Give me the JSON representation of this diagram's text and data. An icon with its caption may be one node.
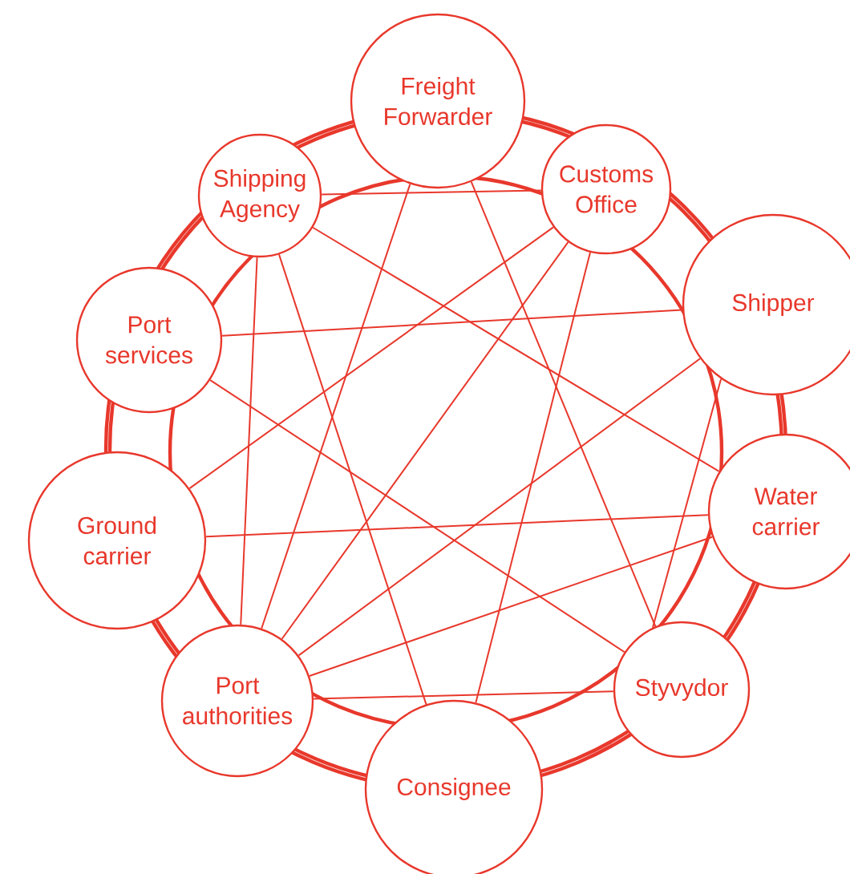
{
  "diagram": {
    "nodes": [
      {
        "text": [
          "Freight Forwarder"
        ]
      },
      {
        "text": [
          "Shipping Agency"
        ]
      },
      {
        "text": [
          "Customs Office"
        ]
      },
      {
        "text": [
          "Shipper"
        ]
      },
      {
        "text": [
          "Port services"
        ]
      },
      {
        "text": [
          "Ground carrier"
        ]
      },
      {
        "text": [
          "Water carrier"
        ]
      },
      {
        "text": [
          "Port authorities"
        ]
      },
      {
        "text": [
          "Styvydor"
        ]
      },
      {
        "text": [
          "Consignee"
        ]
      }
    ],
    "edges": [
      {
        "from": 0,
        "to": 7,
        "arrow": "none"
      },
      {
        "from": 0,
        "to": 8,
        "arrow": "none"
      },
      {
        "from": 1,
        "to": 2,
        "arrow": "none"
      },
      {
        "from": 1,
        "to": 7,
        "arrow": "none"
      },
      {
        "from": 1,
        "to": 9,
        "arrow": "none"
      },
      {
        "from": 1,
        "to": 6,
        "arrow": "none"
      },
      {
        "from": 4,
        "to": 3,
        "arrow": "none"
      },
      {
        "from": 4,
        "to": 8,
        "arrow": "none"
      },
      {
        "from": 2,
        "to": 5,
        "arrow": "none"
      },
      {
        "from": 2,
        "to": 7,
        "arrow": "none"
      },
      {
        "from": 2,
        "to": 9,
        "arrow": "none"
      },
      {
        "from": 3,
        "to": 7,
        "arrow": "none"
      },
      {
        "from": 3,
        "to": 8,
        "arrow": "none"
      },
      {
        "from": 6,
        "to": 5,
        "arrow": "none"
      },
      {
        "from": 8,
        "to": 7,
        "arrow": "none"
      },
      {
        "from": 6,
        "to": 7,
        "arrow": "none"
      }
    ]
  }
}
